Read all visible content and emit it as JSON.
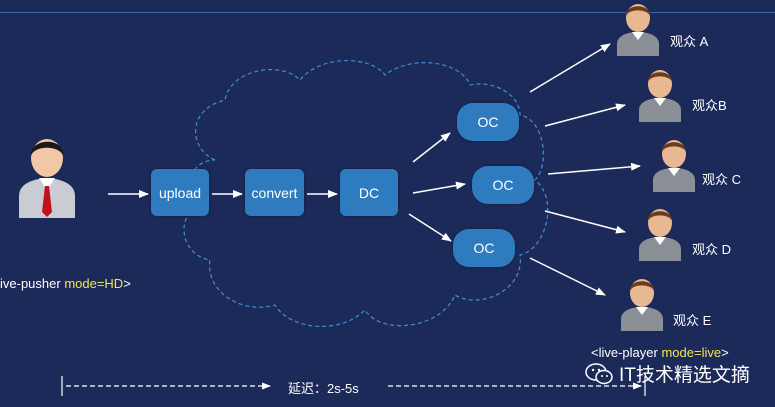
{
  "nodes": {
    "upload": "upload",
    "convert": "convert",
    "dc": "DC",
    "oc1": "OC",
    "oc2": "OC",
    "oc3": "OC"
  },
  "viewers": [
    "观众 A",
    "观众B",
    "观众 C",
    "观众 D",
    "观众 E"
  ],
  "pusher": {
    "prefix": "ive-pusher ",
    "mode": "mode=HD",
    "suffix": ">"
  },
  "player": {
    "prefix": "<live-player ",
    "mode": "mode=live",
    "suffix": ">"
  },
  "delay": "延迟：2s-5s",
  "brand": "IT技术精选文摘",
  "colors": {
    "background": "#1c2a5a",
    "node": "#2f7bbf",
    "highlight": "#f4e64c",
    "cloud_dash": "#3e8fd0"
  }
}
